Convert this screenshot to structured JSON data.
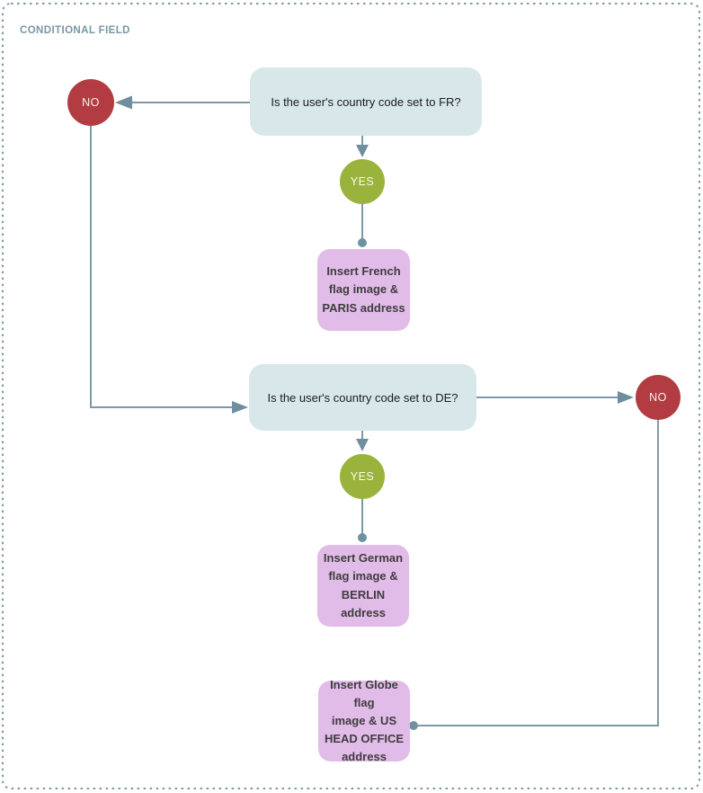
{
  "header": {
    "title": "CONDITIONAL FIELD"
  },
  "colors": {
    "line": "#7e99a6",
    "arrow": "#6f8e9e",
    "dot": "#6d92a3",
    "frame": "#7d99a7",
    "title": "#7897a6",
    "question_fill": "#d8e8ea",
    "action_fill": "#e2bce8",
    "no_fill": "#b23c42",
    "yes_fill": "#9ab33c"
  },
  "nodes": {
    "question_fr": {
      "label": "Is the user's country code set to FR?"
    },
    "question_de": {
      "label": "Is the user's country code set to DE?"
    },
    "no_fr": {
      "label": "NO"
    },
    "yes_fr": {
      "label": "YES"
    },
    "no_de": {
      "label": "NO"
    },
    "yes_de": {
      "label": "YES"
    },
    "action_french": {
      "label": "Insert French\nflag image &\nPARIS address"
    },
    "action_german": {
      "label": "Insert German\nflag image &\nBERLIN address"
    },
    "action_globe": {
      "label": "Insert Globe flag\nimage & US\nHEAD OFFICE\naddress"
    }
  }
}
